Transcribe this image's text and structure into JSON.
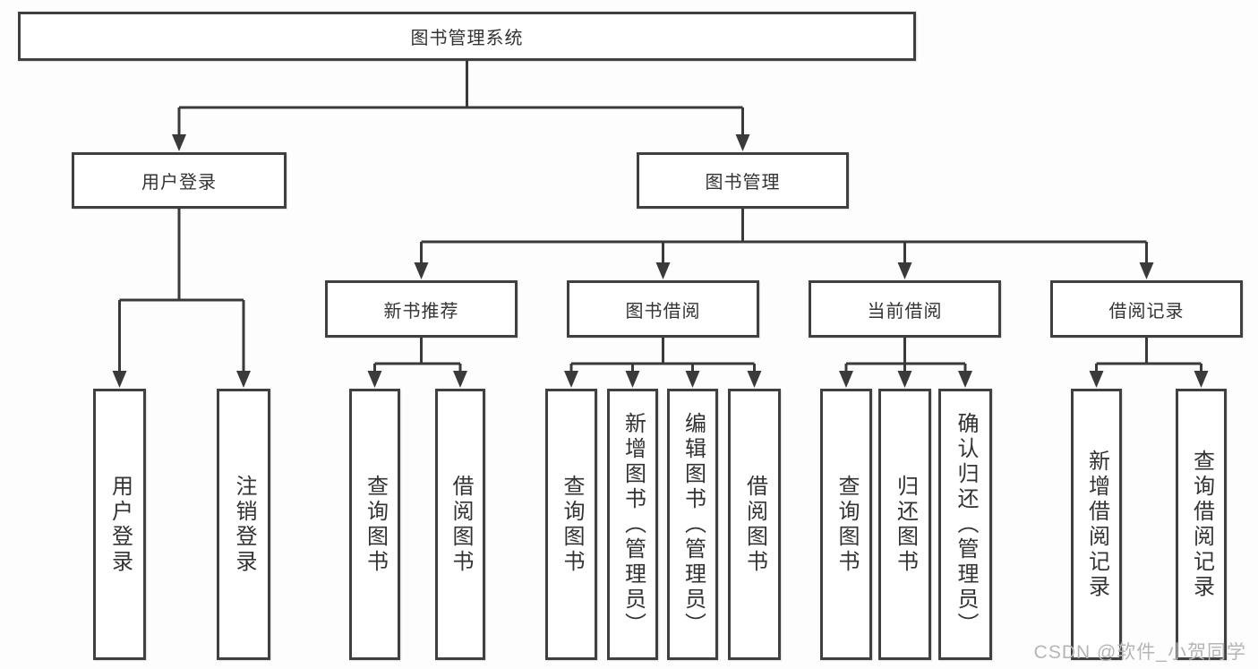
{
  "diagram": {
    "type": "tree",
    "tree": {
      "label": "图书管理系统",
      "children": [
        {
          "label": "用户登录",
          "children": [
            {
              "label": "用户登录"
            },
            {
              "label": "注销登录"
            }
          ]
        },
        {
          "label": "图书管理",
          "children": [
            {
              "label": "新书推荐",
              "children": [
                {
                  "label": "查询图书"
                },
                {
                  "label": "借阅图书"
                }
              ]
            },
            {
              "label": "图书借阅",
              "children": [
                {
                  "label": "查询图书"
                },
                {
                  "label": "新增图书（管理员）"
                },
                {
                  "label": "编辑图书（管理员）"
                },
                {
                  "label": "借阅图书"
                }
              ]
            },
            {
              "label": "当前借阅",
              "children": [
                {
                  "label": "查询图书"
                },
                {
                  "label": "归还图书"
                },
                {
                  "label": "确认归还（管理员）"
                }
              ]
            },
            {
              "label": "借阅记录",
              "children": [
                {
                  "label": "新增借阅记录"
                },
                {
                  "label": "查询借阅记录"
                }
              ]
            }
          ]
        }
      ]
    },
    "colors": {
      "line": "#3a3a3a",
      "box_border": "#404040",
      "text": "#333333",
      "background": "#fdfdfd",
      "watermark": "#b5b5b5"
    }
  },
  "watermark": {
    "text": "CSDN @软件_小贺同学"
  }
}
